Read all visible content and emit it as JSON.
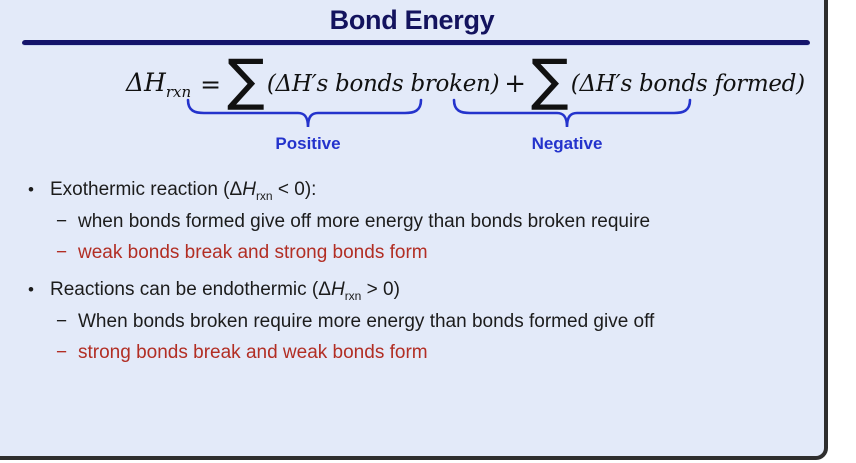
{
  "slide": {
    "title": "Bond Energy",
    "formula": {
      "lhs": "ΔH",
      "lhs_sub": "rxn",
      "eq": "=",
      "sigma1": "∑",
      "term_broken": "(ΔH′s bonds broken)",
      "plus": "+",
      "sigma2": "∑",
      "term_formed": "(ΔH′s bonds formed)",
      "label_positive": "Positive",
      "label_negative": "Negative"
    },
    "markers": {
      "bullet": "•",
      "dash": "−"
    },
    "bullets": [
      {
        "pre": "Exothermic reaction (Δ",
        "h": "H",
        "sub": "rxn",
        "post": " < 0):"
      },
      {
        "text": "when bonds formed give off more energy than bonds broken require"
      },
      {
        "text": "weak bonds break and strong bonds form"
      },
      {
        "pre": "Reactions can be endothermic (Δ",
        "h": "H",
        "sub": "rxn",
        "post": " > 0)"
      },
      {
        "text": "When bonds broken require more energy than bonds formed give off"
      },
      {
        "text": "strong bonds break and weak bonds form"
      }
    ],
    "colors": {
      "accent_navy": "#14146B",
      "brace_blue": "#2433CC",
      "alert_red": "#B22E24",
      "background": "#E3EAF9",
      "border_dark": "#2e2e2e"
    }
  }
}
